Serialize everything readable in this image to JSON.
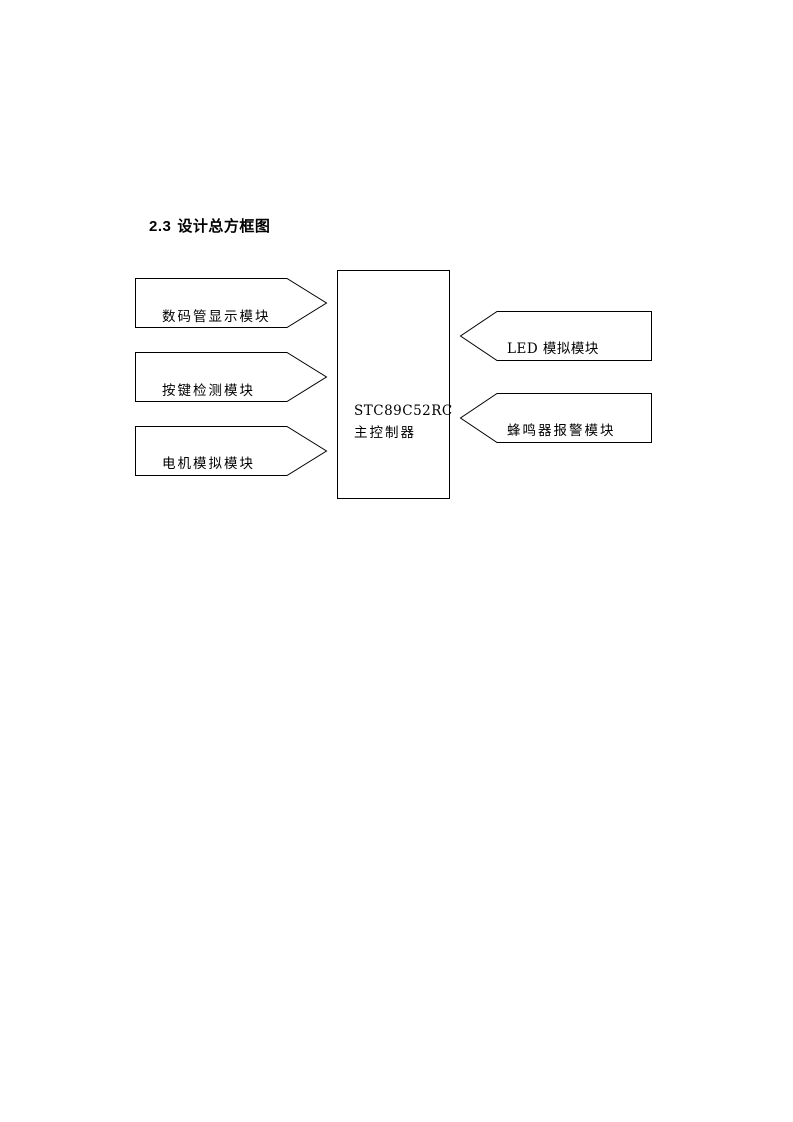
{
  "heading": {
    "number": "2.3",
    "title": "设计总方框图"
  },
  "diagram": {
    "controller": {
      "line1": "STC89C52RC",
      "line2": "主控制器"
    },
    "inputs": [
      {
        "label": "数码管显示模块"
      },
      {
        "label": "按键检测模块"
      },
      {
        "label": "电机模拟模块"
      }
    ],
    "outputs": [
      {
        "label": "LED 模拟模块"
      },
      {
        "label": "蜂鸣器报警模块"
      }
    ],
    "colors": {
      "stroke": "#000000",
      "fill": "#ffffff",
      "text": "#000000"
    }
  }
}
